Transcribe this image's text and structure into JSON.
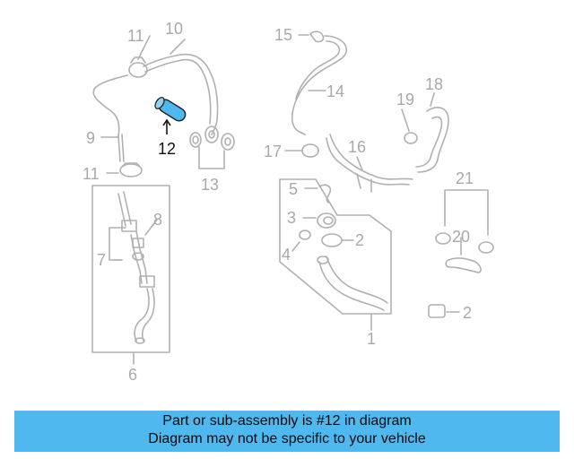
{
  "diagram": {
    "callouts": [
      "1",
      "2",
      "2",
      "3",
      "4",
      "5",
      "6",
      "7",
      "8",
      "9",
      "10",
      "11",
      "11",
      "12",
      "13",
      "14",
      "15",
      "16",
      "17",
      "18",
      "19",
      "20",
      "21"
    ],
    "highlight_color": "#4fb8ef",
    "part_color": "#a9a9a9"
  },
  "banner": {
    "line1": "Part or sub-assembly is #12 in diagram",
    "line2": "Diagram may not be specific to your vehicle",
    "background": "#4fb8ef"
  }
}
